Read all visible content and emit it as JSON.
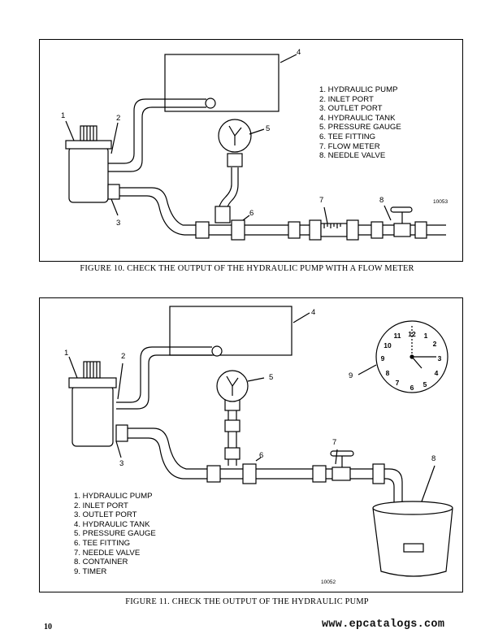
{
  "figure10": {
    "caption": "FIGURE 10. CHECK THE OUTPUT OF THE HYDRAULIC PUMP WITH A FLOW METER",
    "drawing_number": "10053",
    "legend": [
      "1. HYDRAULIC PUMP",
      "2. INLET PORT",
      "3. OUTLET PORT",
      "4. HYDRAULIC TANK",
      "5. PRESSURE GAUGE",
      "6. TEE FITTING",
      "7. FLOW METER",
      "8. NEEDLE VALVE"
    ],
    "callouts": [
      "1",
      "2",
      "3",
      "4",
      "5",
      "6",
      "7",
      "8"
    ]
  },
  "figure11": {
    "caption": "FIGURE 11. CHECK THE OUTPUT OF THE HYDRAULIC PUMP",
    "drawing_number": "10052",
    "legend": [
      "1. HYDRAULIC PUMP",
      "2. INLET PORT",
      "3. OUTLET PORT",
      "4. HYDRAULIC TANK",
      "5. PRESSURE GAUGE",
      "6. TEE FITTING",
      "7. NEEDLE VALVE",
      "8. CONTAINER",
      "9. TIMER"
    ],
    "callouts": [
      "1",
      "2",
      "3",
      "4",
      "5",
      "6",
      "7",
      "8",
      "9"
    ],
    "timer_dial": [
      "12",
      "1",
      "2",
      "3",
      "4",
      "5",
      "6",
      "7",
      "8",
      "9",
      "10",
      "11"
    ]
  },
  "page_number": "10",
  "watermark": "www.epcatalogs.com"
}
